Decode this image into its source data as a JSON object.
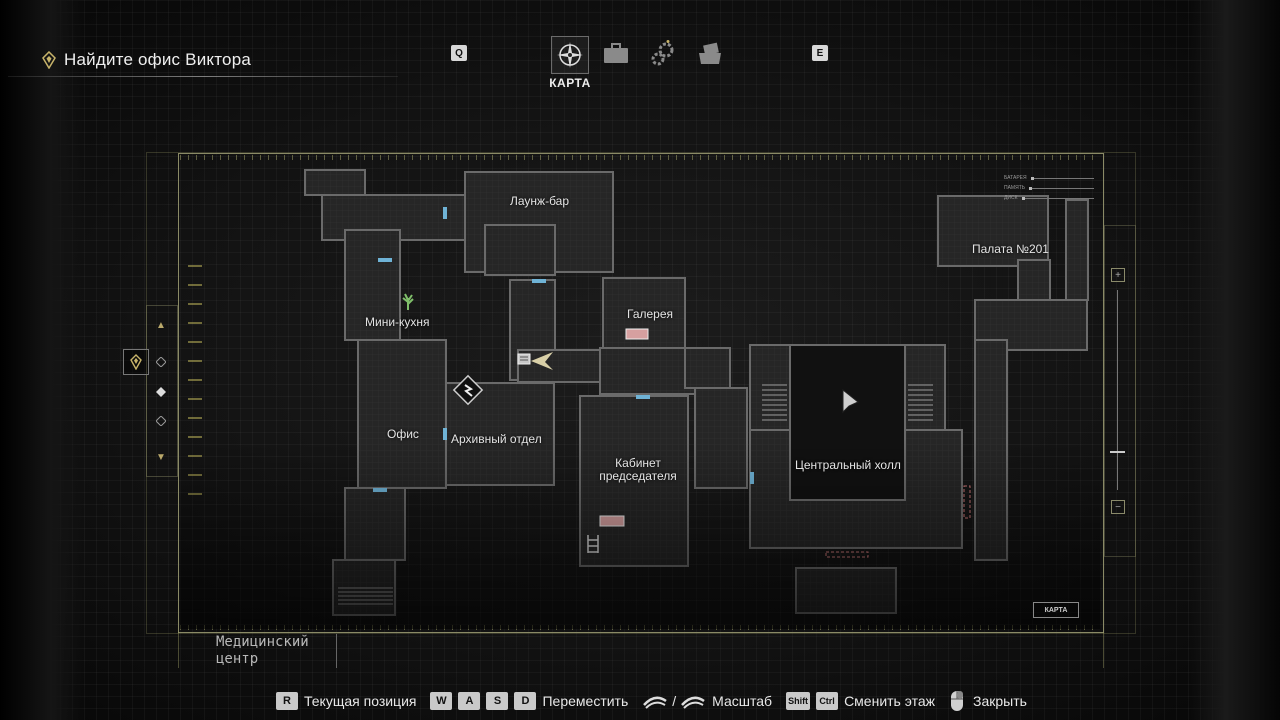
{
  "objective": {
    "text": "Найдите офис Виктора",
    "icon": "objective-diamond-icon"
  },
  "tabs": {
    "left_key": "Q",
    "right_key": "E",
    "active_label": "КАРТА",
    "items": [
      {
        "name": "map",
        "icon": "compass-icon",
        "active": true
      },
      {
        "name": "inventory",
        "icon": "briefcase-icon",
        "active": false
      },
      {
        "name": "upgrades",
        "icon": "gears-icon",
        "active": false
      },
      {
        "name": "files",
        "icon": "files-icon",
        "active": false
      }
    ]
  },
  "map": {
    "area_name": "Медицинский центр",
    "tag": "КАРТА",
    "status_rows": [
      "БАТАРЕЯ",
      "ПАМЯТЬ",
      "ДИСК"
    ],
    "rooms": {
      "lounge": "Лаунж-бар",
      "ward": "Палата №201",
      "kitchen": "Мини-кухня",
      "gallery": "Галерея",
      "office": "Офис",
      "archive": "Архивный отдел",
      "chairman": "Кабинет председателя",
      "hall": "Центральный холл"
    }
  },
  "controls": [
    {
      "keys": [
        "R"
      ],
      "label": "Текущая позиция"
    },
    {
      "keys": [
        "W",
        "A",
        "S",
        "D"
      ],
      "label": "Переместить"
    },
    {
      "keys": [
        "stick-icon",
        "/",
        "stick-icon"
      ],
      "label": "Масштаб"
    },
    {
      "keys": [
        "Shift",
        "Ctrl"
      ],
      "label": "Сменить этаж"
    },
    {
      "keys": [
        "mouse-icon"
      ],
      "label": "Закрыть"
    }
  ],
  "accent_color": "#c8b46a",
  "door_color": "#6fb3d6"
}
